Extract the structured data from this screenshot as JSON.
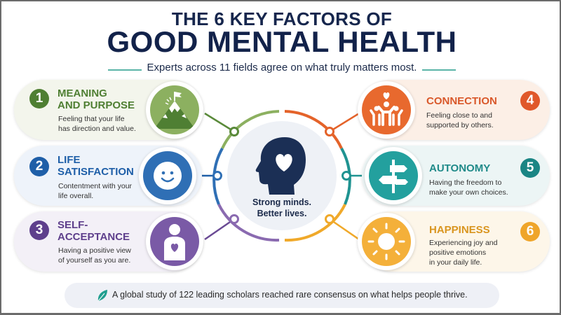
{
  "header": {
    "title_line1": "THE 6 KEY FACTORS OF",
    "title_line2": "GOOD MENTAL HEALTH",
    "subtitle": "Experts across 11 fields agree on what truly matters most."
  },
  "center": {
    "icon": "head-with-heart-icon",
    "tagline_line1": "Strong minds.",
    "tagline_line2": "Better lives."
  },
  "factors": [
    {
      "number": "1",
      "title_line1": "MEANING",
      "title_line2": "AND PURPOSE",
      "desc_line1": "Feeling that your life",
      "desc_line2": "has direction and value.",
      "desc_line3": "",
      "icon": "mountain-flag-icon",
      "color": "#5a8a3a",
      "light": "#f3f5ec"
    },
    {
      "number": "2",
      "title_line1": "LIFE",
      "title_line2": "SATISFACTION",
      "desc_line1": "Contentment with your",
      "desc_line2": "life overall.",
      "desc_line3": "",
      "icon": "smiley-face-icon",
      "color": "#1f5fa8",
      "light": "#eef3fa"
    },
    {
      "number": "3",
      "title_line1": "SELF-",
      "title_line2": "ACCEPTANCE",
      "desc_line1": "Having a positive view",
      "desc_line2": "of yourself as you are.",
      "desc_line3": "",
      "icon": "person-heart-icon",
      "color": "#6a4a94",
      "light": "#f3f0f7"
    },
    {
      "number": "4",
      "title_line1": "CONNECTION",
      "title_line2": "",
      "desc_line1": "Feeling close to and",
      "desc_line2": "supported by others.",
      "desc_line3": "",
      "icon": "people-heart-icon",
      "color": "#e4632a",
      "light": "#fcefe6"
    },
    {
      "number": "5",
      "title_line1": "AUTONOMY",
      "title_line2": "",
      "desc_line1": "Having the freedom to",
      "desc_line2": "make your own choices.",
      "desc_line3": "",
      "icon": "signpost-icon",
      "color": "#1f9391",
      "light": "#ecf5f5"
    },
    {
      "number": "6",
      "title_line1": "HAPPINESS",
      "title_line2": "",
      "desc_line1": "Experiencing joy and",
      "desc_line2": "positive emotions",
      "desc_line3": "in your daily life.",
      "icon": "sun-icon",
      "color": "#f0a92a",
      "light": "#fdf6e9"
    }
  ],
  "footer": {
    "icon": "leaf-icon",
    "text": "A global study of 122 leading scholars reached rare consensus on what helps people thrive."
  },
  "colors": {
    "navy": "#12224a",
    "teal_accent": "#5bb5a8",
    "hub_bg": "#eef1f6"
  }
}
